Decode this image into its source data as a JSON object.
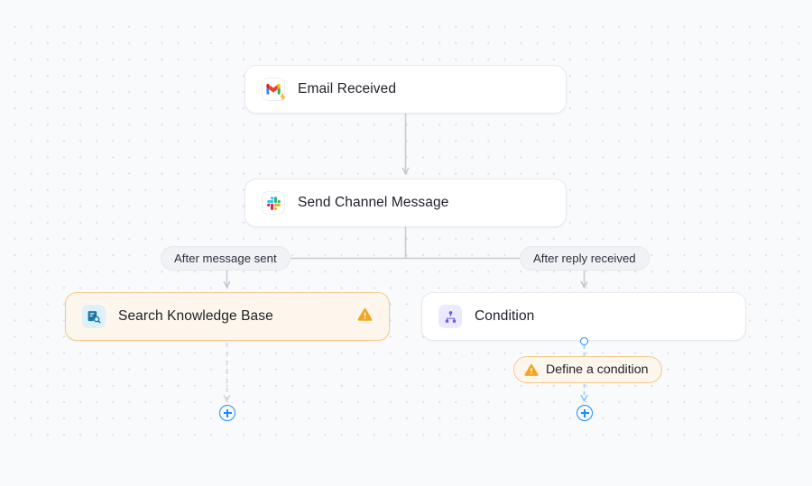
{
  "canvas": {
    "background_color": "#f9fafc",
    "grid_dot_color": "#dcdde6"
  },
  "theme": {
    "accent_blue": "#1a8cff",
    "warning_amber": "#f5a524",
    "warning_border": "#f6c98a",
    "warning_bg": "#fdf6ec",
    "node_border": "#e8e9ee",
    "edge_gray": "#c9cbd4",
    "text_primary": "#1d2029"
  },
  "nodes": [
    {
      "id": "email-received",
      "title": "Email Received",
      "icon": "gmail-icon",
      "badge": "lightning-bolt-icon",
      "state": "normal"
    },
    {
      "id": "send-channel-message",
      "title": "Send Channel Message",
      "icon": "slack-icon",
      "state": "normal"
    },
    {
      "id": "search-knowledge-base",
      "title": "Search Knowledge Base",
      "icon": "knowledge-base-search-icon",
      "state": "warning",
      "warning_icon": "warning-triangle-icon"
    },
    {
      "id": "condition",
      "title": "Condition",
      "icon": "branch-condition-icon",
      "state": "normal"
    }
  ],
  "edge_labels": [
    {
      "id": "after-message-sent",
      "label": "After message sent"
    },
    {
      "id": "after-reply-received",
      "label": "After reply received"
    }
  ],
  "chips": [
    {
      "id": "define-a-condition",
      "label": "Define a condition",
      "icon": "warning-triangle-icon",
      "state": "warning"
    }
  ],
  "add_buttons": [
    {
      "id": "add-step-under-knowledge-base",
      "label": "+"
    },
    {
      "id": "add-step-under-condition",
      "label": "+"
    }
  ]
}
